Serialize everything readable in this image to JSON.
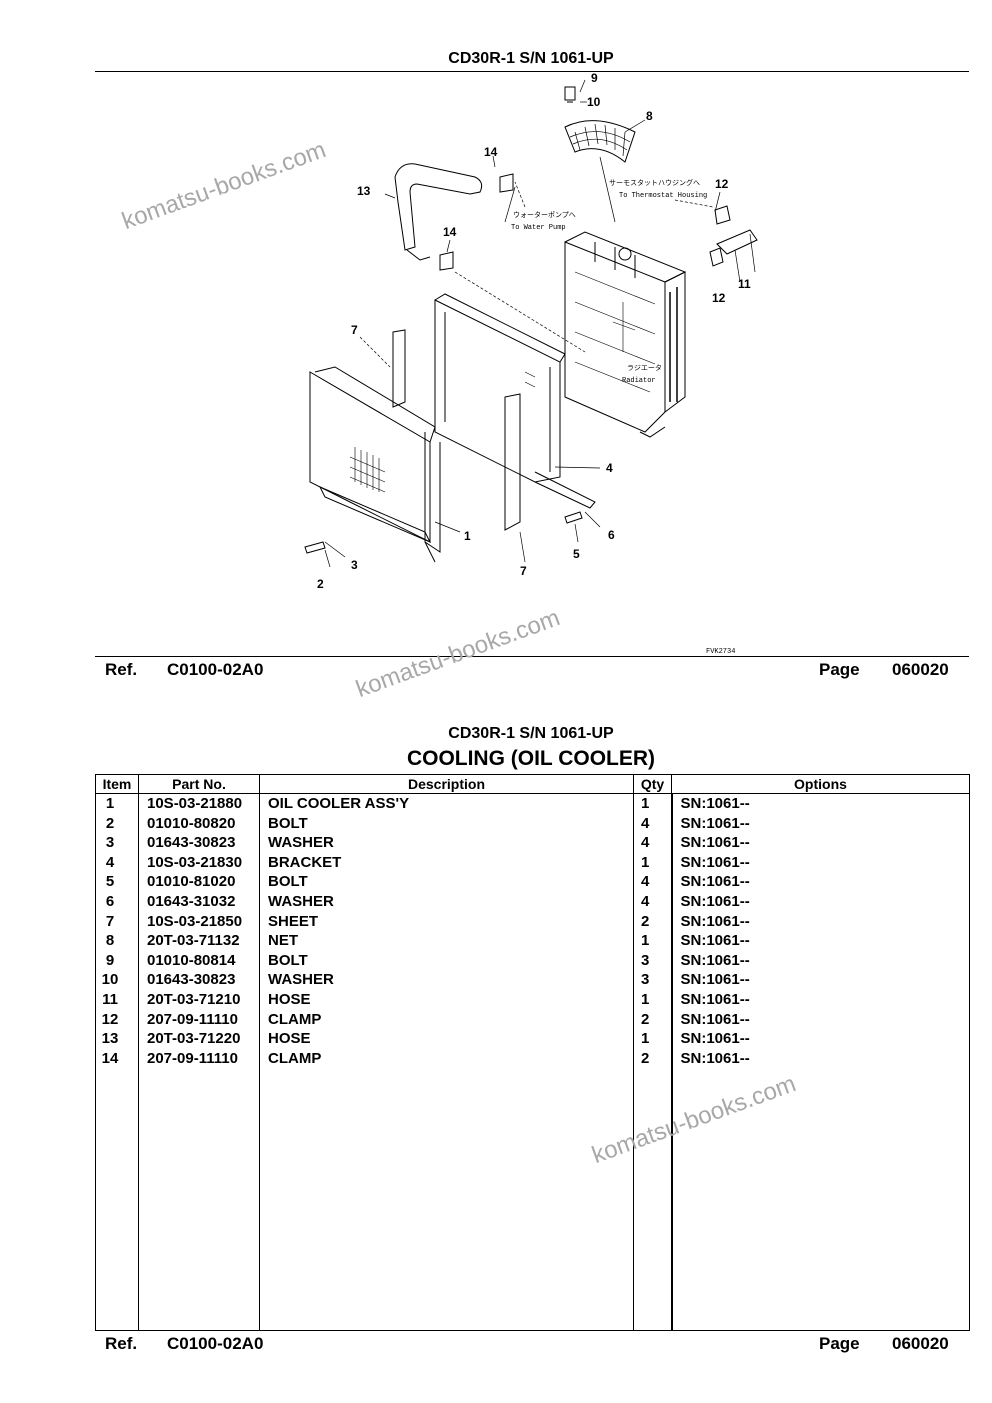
{
  "page1": {
    "model_title": "CD30R-1 S/N 1061-UP",
    "diagram": {
      "callouts": [
        "1",
        "2",
        "3",
        "4",
        "5",
        "6",
        "7",
        "7",
        "8",
        "9",
        "10",
        "11",
        "12",
        "12",
        "13",
        "14",
        "14"
      ],
      "labels": {
        "to_water_pump_jp": "ウォーターポンプへ",
        "to_water_pump": "To Water Pump",
        "to_thermostat_jp": "サーモスタットハウジングへ",
        "to_thermostat": "To Thermostat Housing",
        "radiator_jp": "ラジエータ",
        "radiator": "Radiator",
        "drawing_code": "FVK2734"
      }
    },
    "footer": {
      "ref_label": "Ref.",
      "ref_value": "C0100-02A0",
      "page_label": "Page",
      "page_value": "060020"
    }
  },
  "page2": {
    "model_title": "CD30R-1 S/N 1061-UP",
    "section_title": "COOLING (OIL COOLER)",
    "table": {
      "headers": {
        "item": "Item",
        "part_no": "Part No.",
        "description": "Description",
        "qty": "Qty",
        "options": "Options"
      },
      "rows": [
        {
          "item": "1",
          "part_no": "10S-03-21880",
          "description": "OIL COOLER ASS'Y",
          "qty": "1",
          "options": "SN:1061--"
        },
        {
          "item": "2",
          "part_no": "01010-80820",
          "description": "BOLT",
          "qty": "4",
          "options": "SN:1061--"
        },
        {
          "item": "3",
          "part_no": "01643-30823",
          "description": "WASHER",
          "qty": "4",
          "options": "SN:1061--"
        },
        {
          "item": "4",
          "part_no": "10S-03-21830",
          "description": "BRACKET",
          "qty": "1",
          "options": "SN:1061--"
        },
        {
          "item": "5",
          "part_no": "01010-81020",
          "description": "BOLT",
          "qty": "4",
          "options": "SN:1061--"
        },
        {
          "item": "6",
          "part_no": "01643-31032",
          "description": "WASHER",
          "qty": "4",
          "options": "SN:1061--"
        },
        {
          "item": "7",
          "part_no": "10S-03-21850",
          "description": "SHEET",
          "qty": "2",
          "options": "SN:1061--"
        },
        {
          "item": "8",
          "part_no": "20T-03-71132",
          "description": "NET",
          "qty": "1",
          "options": "SN:1061--"
        },
        {
          "item": "9",
          "part_no": "01010-80814",
          "description": "BOLT",
          "qty": "3",
          "options": "SN:1061--"
        },
        {
          "item": "10",
          "part_no": "01643-30823",
          "description": "WASHER",
          "qty": "3",
          "options": "SN:1061--"
        },
        {
          "item": "11",
          "part_no": "20T-03-71210",
          "description": "HOSE",
          "qty": "1",
          "options": "SN:1061--"
        },
        {
          "item": "12",
          "part_no": "207-09-11110",
          "description": "CLAMP",
          "qty": "2",
          "options": "SN:1061--"
        },
        {
          "item": "13",
          "part_no": "20T-03-71220",
          "description": "HOSE",
          "qty": "1",
          "options": "SN:1061--"
        },
        {
          "item": "14",
          "part_no": "207-09-11110",
          "description": "CLAMP",
          "qty": "2",
          "options": "SN:1061--"
        }
      ]
    },
    "footer": {
      "ref_label": "Ref.",
      "ref_value": "C0100-02A0",
      "page_label": "Page",
      "page_value": "060020"
    }
  },
  "watermark": "komatsu-books.com"
}
